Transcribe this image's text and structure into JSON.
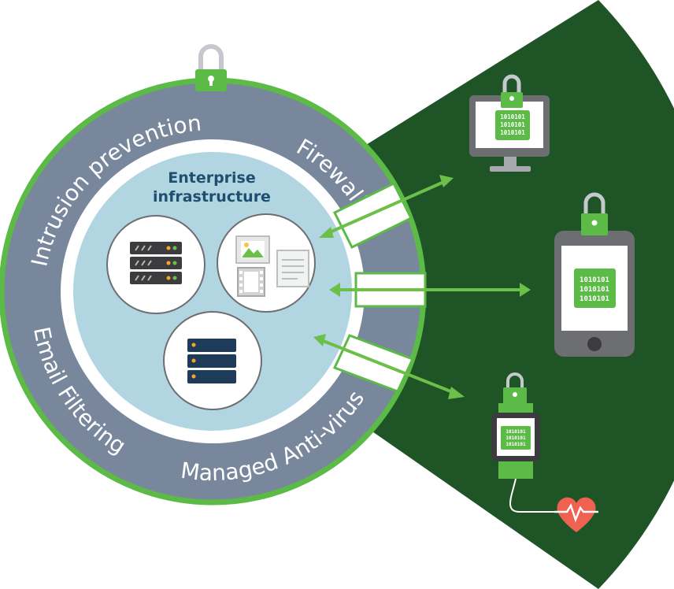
{
  "core": {
    "title_line1": "Enterprise",
    "title_line2": "infrastructure"
  },
  "ring": {
    "top_right": "Firewall",
    "top_left": "Intrusion prevention",
    "left": "Email Filtering",
    "bottom": "Managed Anti-virus"
  },
  "devices": {
    "monitor_binary": [
      "1010101",
      "1010101",
      "1010101"
    ],
    "tablet_binary": [
      "1010101",
      "1010101",
      "1010101"
    ],
    "watch_binary": [
      "1010101",
      "1010101",
      "1010101"
    ]
  },
  "colors": {
    "ring": "#79879c",
    "ring_border": "#5cba47",
    "inner_white": "#ffffff",
    "core": "#b2d5e2",
    "sector": "#1f5426",
    "accent_green": "#6cc04a",
    "lock_green": "#5cba47",
    "device_gray": "#6d6e71",
    "heart": "#ef6150"
  },
  "icons": {
    "top_lock": "padlock-icon",
    "server_dark": "server-rack-icon",
    "files": "image-document-video-files-icon",
    "server_blue": "database-server-icon",
    "monitor": "desktop-monitor-icon",
    "tablet": "tablet-icon",
    "watch": "smartwatch-icon",
    "heart": "heart-rate-icon"
  }
}
